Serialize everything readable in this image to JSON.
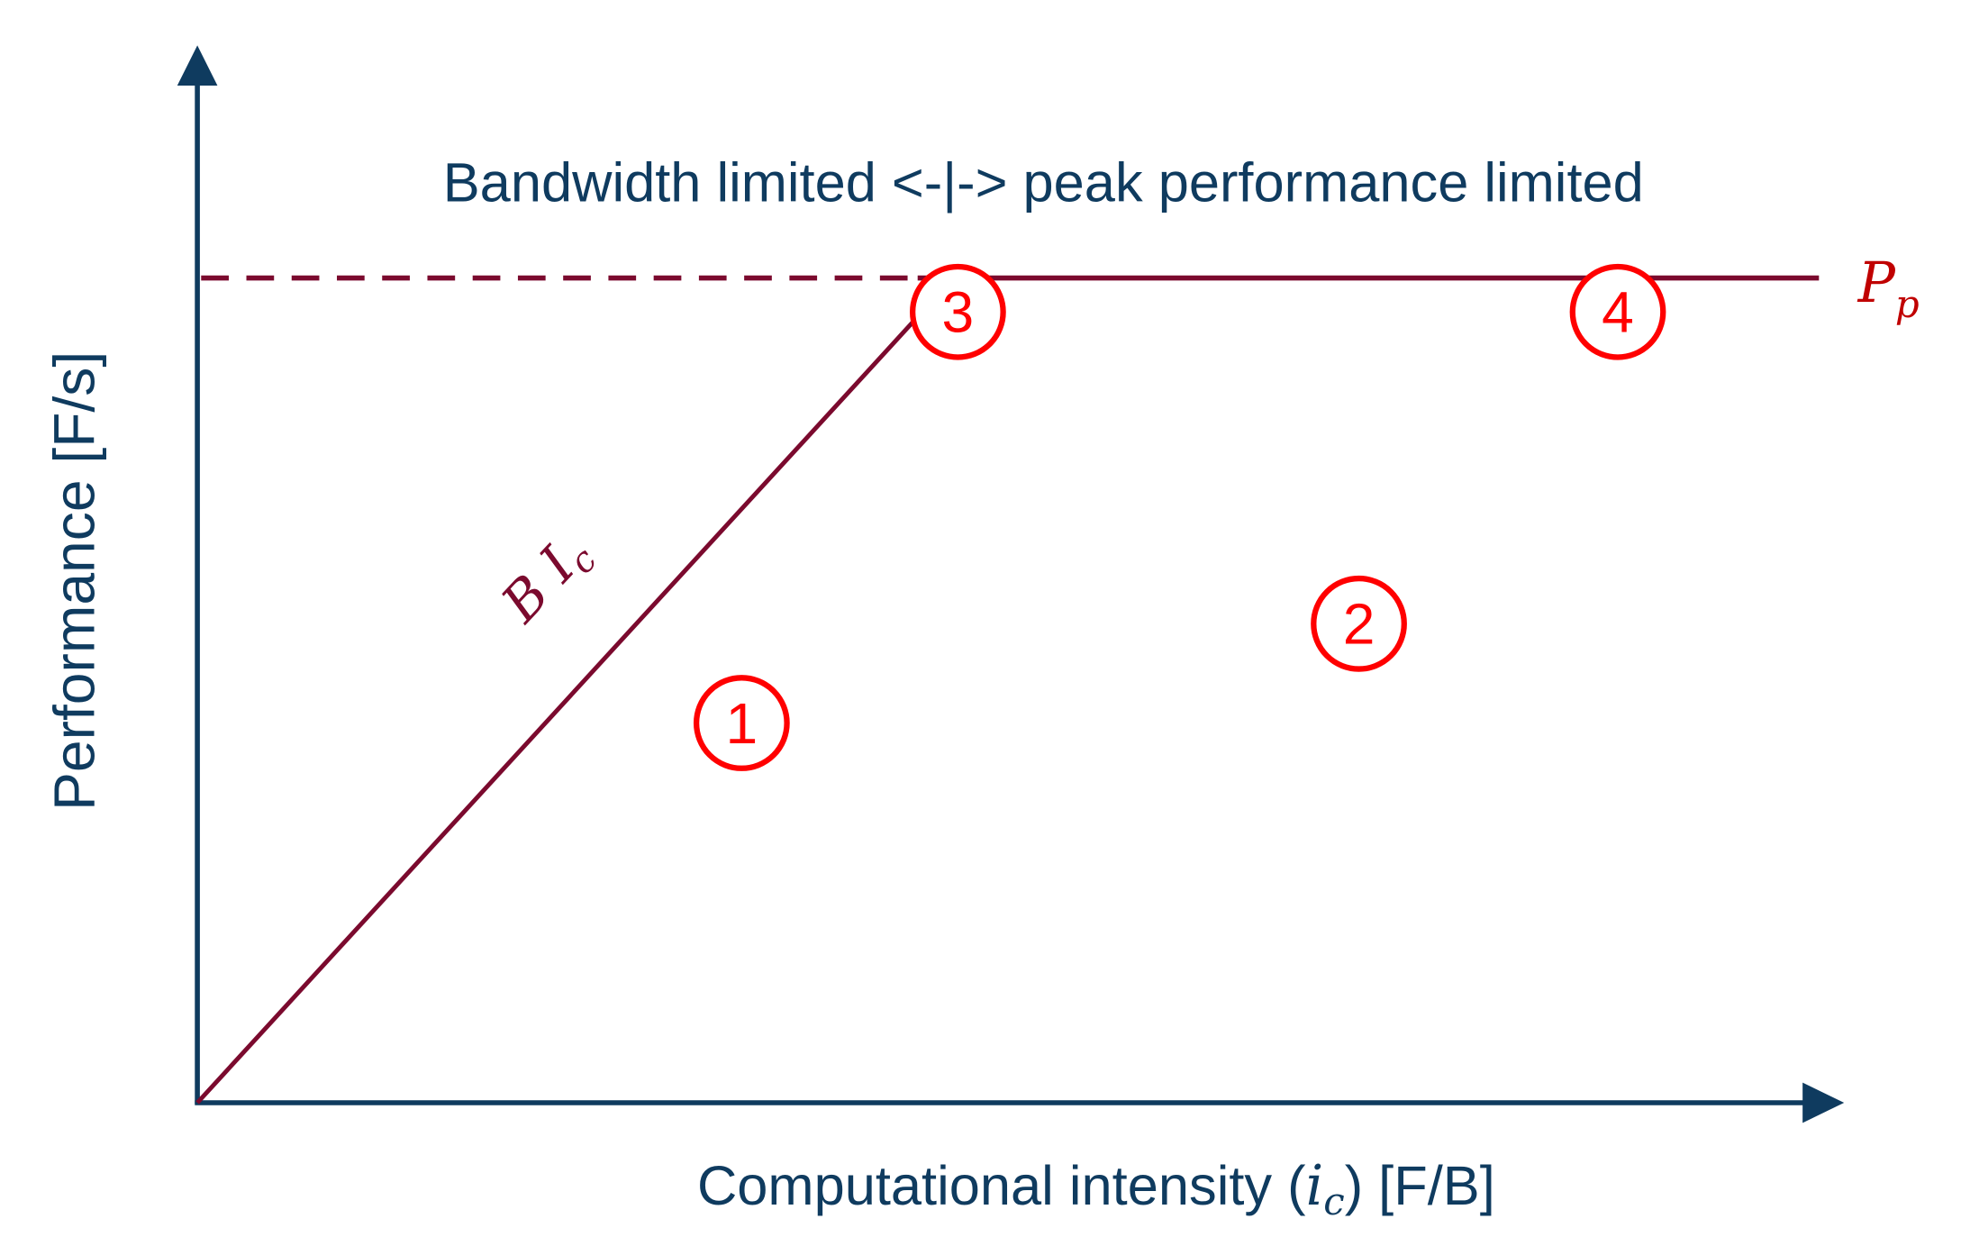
{
  "title": "Bandwidth limited <-|-> peak performance limited",
  "y_axis_label": "Performance [F/s]",
  "x_axis_label": {
    "prefix": "Computational intensity (",
    "var": "i",
    "sub": "c",
    "suffix": ") [F/B]"
  },
  "slope_label": {
    "main": "B I",
    "sub": "c"
  },
  "peak_label": {
    "main": "P",
    "sub": "p"
  },
  "markers": [
    "1",
    "2",
    "3",
    "4"
  ],
  "colors": {
    "axis": "#0f3b5f",
    "roofline": "#7b0a2e",
    "marker": "#ff0000",
    "text": "#0f3b5f"
  }
}
